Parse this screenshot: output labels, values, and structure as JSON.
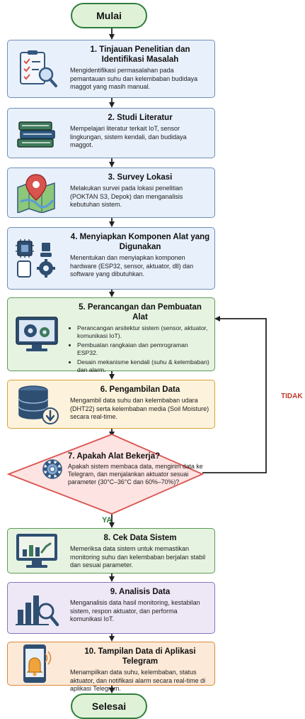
{
  "start_label": "Mulai",
  "end_label": "Selesai",
  "steps": [
    {
      "title": "1. Tinjauan Penelitian dan Identifikasi Masalah",
      "desc": "Mengidentifikasi permasalahan pada pemantauan suhu dan kelembaban budidaya maggot yang masih manual."
    },
    {
      "title": "2. Studi Literatur",
      "desc": "Mempelajari literatur terkait IoT, sensor lingkungan, sistem kendali, dan budidaya maggot."
    },
    {
      "title": "3. Survey Lokasi",
      "desc": "Melakukan survei pada lokasi penelitian (POKTAN S3, Depok) dan menganalisis kebutuhan sistem."
    },
    {
      "title": "4. Menyiapkan Komponen Alat yang Digunakan",
      "desc": "Menentukan dan menyiapkan komponen hardware (ESP32, sensor, aktuator, dll) dan software yang dibutuhkan."
    },
    {
      "title": "5. Perancangan dan Pembuatan Alat",
      "bullets": [
        "Perancangan arsitektur sistem (sensor, aktuator, komunikasi IoT).",
        "Pembuatan rangkaian dan pemrograman ESP32.",
        "Desain mekanisme kendali (suhu & kelembaban) dan alarm."
      ]
    },
    {
      "title": "6. Pengambilan Data",
      "desc": "Mengambil data suhu dan kelembaban udara (DHT22) serta kelembaban media (Soil Moisture) secara real-time."
    },
    {
      "title": "7. Apakah Alat Bekerja?",
      "desc": "Apakah sistem membaca data, mengirim data ke Telegram, dan menjalankan aktuator sesuai parameter (30°C–36°C dan 60%–70%)?"
    },
    {
      "title": "8. Cek Data Sistem",
      "desc": "Memeriksa data sistem untuk memastikan monitoring suhu dan kelembaban berjalan stabil dan sesuai parameter."
    },
    {
      "title": "9. Analisis Data",
      "desc": "Menganalisis data hasil monitoring, kestabilan sistem, respon aktuator, dan performa komunikasi IoT."
    },
    {
      "title": "10. Tampilan Data di Aplikasi Telegram",
      "desc": "Menampilkan data suhu, kelembaban, status aktuator, dan notifikasi alarm secara real-time di aplikasi Telegram."
    }
  ],
  "yes_label": "YA",
  "no_label": "TIDAK",
  "colors": {
    "flow_line": "#222222",
    "decision_border": "#d9534f",
    "decision_fill": "#fde3e1",
    "yes": "#2f7d3a",
    "no": "#c0392b"
  },
  "icons": [
    "checklist-magnifier-icon",
    "books-icon",
    "map-pin-icon",
    "chip-devices-gear-icon",
    "monitor-gears-icon",
    "database-download-icon",
    "gear-icon",
    "monitor-chart-icon",
    "bar-chart-magnifier-icon",
    "phone-bell-icon"
  ]
}
